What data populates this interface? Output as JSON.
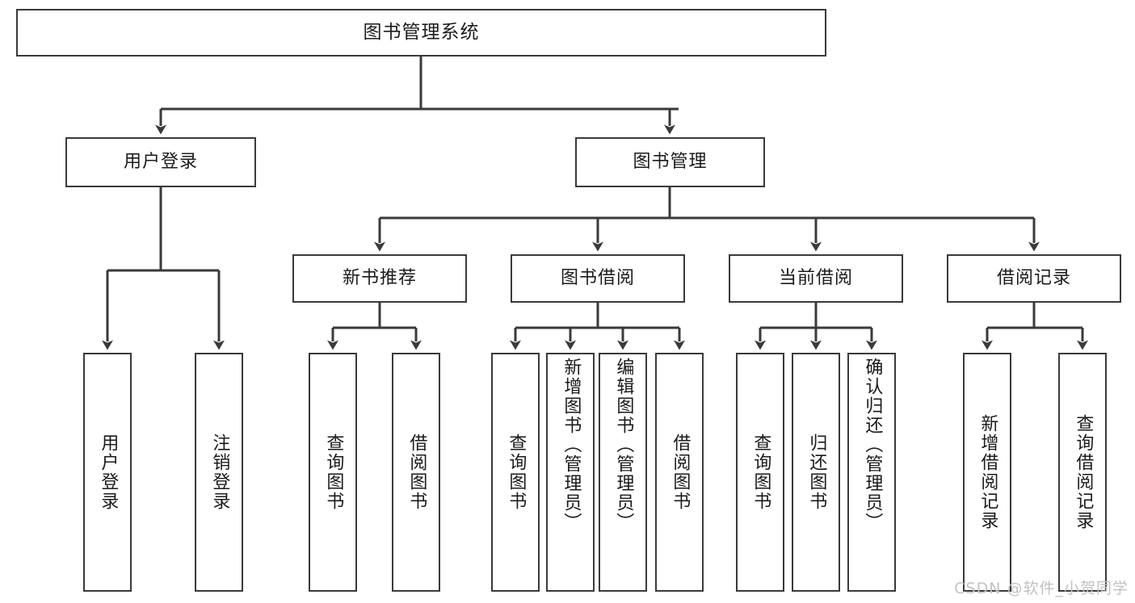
{
  "diagram": {
    "title": "图书管理系统",
    "type": "tree",
    "watermark": "CSDN @软件_小贺同学",
    "colors": {
      "box_border": "#3a3a3a",
      "box_fill": "#ffffff",
      "edge": "#3a3a3a",
      "text": "#1b1b1b",
      "watermark": "#c2c2c2",
      "background": "#ffffff"
    }
  },
  "nodes": {
    "root": {
      "label": "图书管理系统"
    },
    "level2": [
      {
        "label": "用户登录"
      },
      {
        "label": "图书管理"
      }
    ],
    "level3": [
      {
        "label": "新书推荐"
      },
      {
        "label": "图书借阅"
      },
      {
        "label": "当前借阅"
      },
      {
        "label": "借阅记录"
      }
    ],
    "leaves": {
      "user_login": [
        {
          "label": "用户登录"
        },
        {
          "label": "注销登录"
        }
      ],
      "new_book_recommend": [
        {
          "label": "查询图书"
        },
        {
          "label": "借阅图书"
        }
      ],
      "book_borrow": [
        {
          "label": "查询图书"
        },
        {
          "label": "新增图书（管理员）"
        },
        {
          "label": "编辑图书（管理员）"
        },
        {
          "label": "借阅图书"
        }
      ],
      "current_borrow": [
        {
          "label": "查询图书"
        },
        {
          "label": "归还图书"
        },
        {
          "label": "确认归还（管理员）"
        }
      ],
      "borrow_record": [
        {
          "label": "新增借阅记录"
        },
        {
          "label": "查询借阅记录"
        }
      ]
    }
  }
}
